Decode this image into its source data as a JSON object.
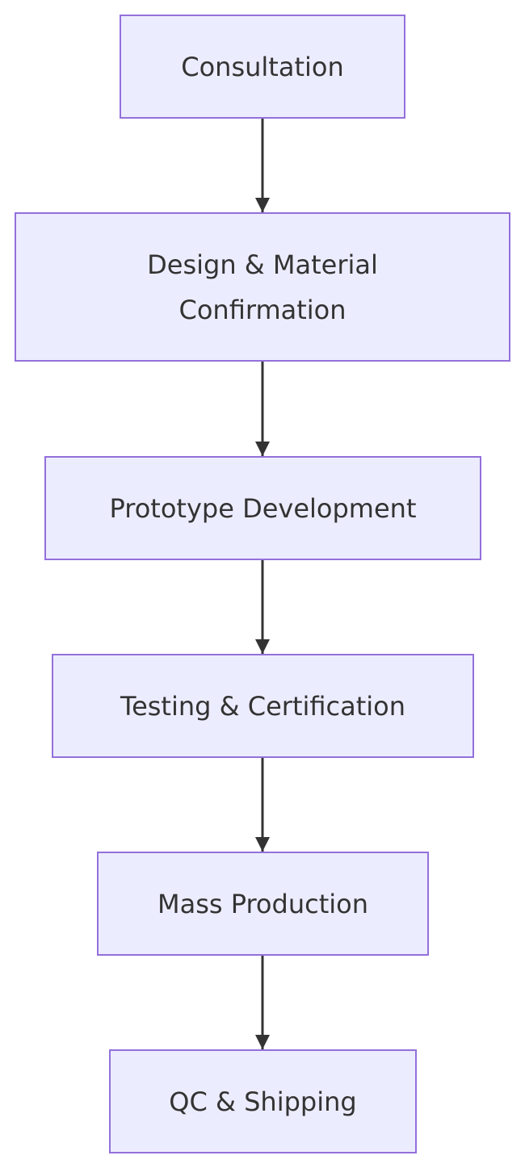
{
  "diagram": {
    "colors": {
      "node_fill": "#ececff",
      "node_border": "#9370db",
      "text": "#333333",
      "edge": "#333333"
    },
    "nodes": [
      {
        "id": "consultation",
        "lines": [
          "Consultation"
        ]
      },
      {
        "id": "design-material-confirmation",
        "lines": [
          "Design & Material",
          "Confirmation"
        ]
      },
      {
        "id": "prototype-development",
        "lines": [
          "Prototype Development"
        ]
      },
      {
        "id": "testing-certification",
        "lines": [
          "Testing & Certification"
        ]
      },
      {
        "id": "mass-production",
        "lines": [
          "Mass Production"
        ]
      },
      {
        "id": "qc-shipping",
        "lines": [
          "QC & Shipping"
        ]
      }
    ],
    "edges": [
      {
        "from": "consultation",
        "to": "design-material-confirmation"
      },
      {
        "from": "design-material-confirmation",
        "to": "prototype-development"
      },
      {
        "from": "prototype-development",
        "to": "testing-certification"
      },
      {
        "from": "testing-certification",
        "to": "mass-production"
      },
      {
        "from": "mass-production",
        "to": "qc-shipping"
      }
    ]
  }
}
